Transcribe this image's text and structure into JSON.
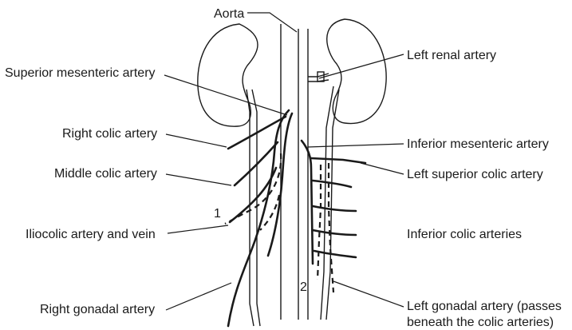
{
  "labels": {
    "aorta": "Aorta",
    "superior_mesenteric_artery": "Superior mesenteric artery",
    "right_colic_artery": "Right colic artery",
    "middle_colic_artery": "Middle colic artery",
    "iliocolic_artery_and_vein": "Iliocolic artery and vein",
    "right_gonadal_artery": "Right gonadal artery",
    "left_renal_artery": "Left renal artery",
    "inferior_mesenteric_artery": "Inferior mesenteric artery",
    "left_superior_colic_artery": "Left superior colic artery",
    "inferior_colic_arteries": "Inferior colic arteries",
    "left_gonadal_artery_line1": "Left gonadal artery (passes",
    "left_gonadal_artery_line2": "beneath the colic arteries)"
  },
  "markers": {
    "one": "1",
    "two": "2"
  }
}
